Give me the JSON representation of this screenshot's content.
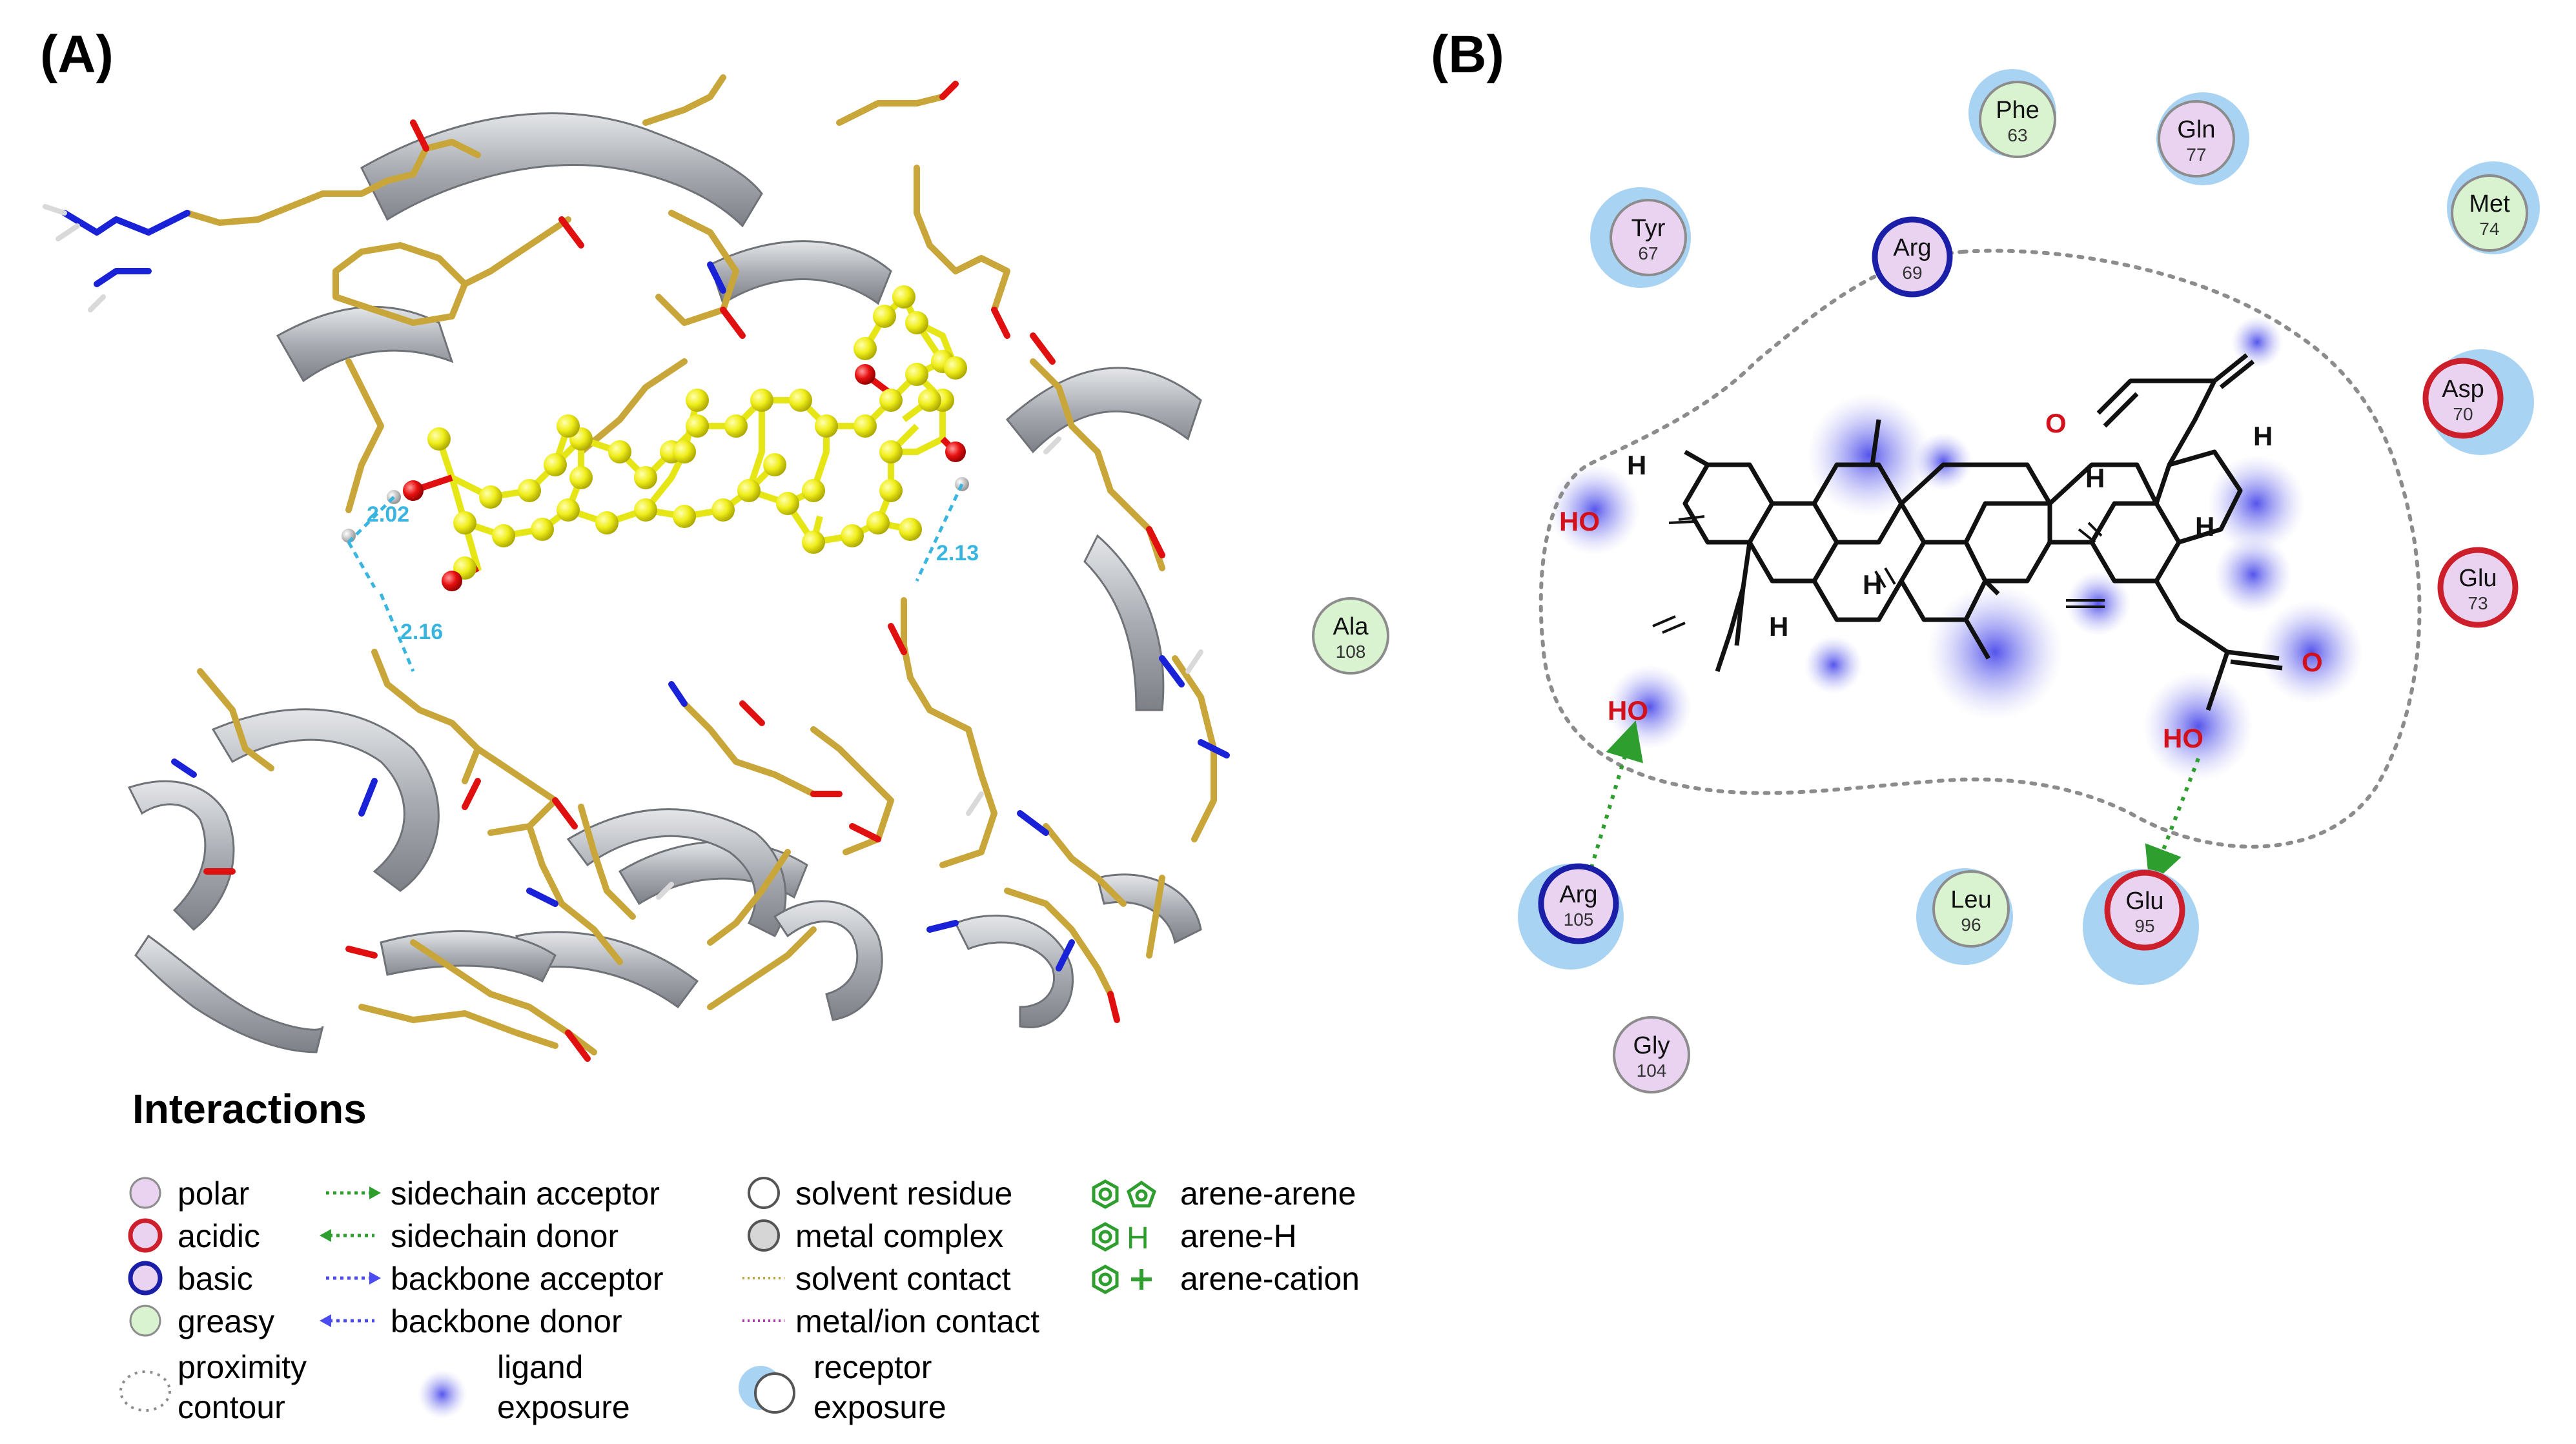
{
  "panel_a": {
    "label": "(A)",
    "distances": [
      "2.02",
      "2.16",
      "2.13"
    ]
  },
  "panel_b": {
    "label": "(B)",
    "residues": [
      {
        "id": "phe63",
        "name": "Phe",
        "num": "63",
        "type": "greasy"
      },
      {
        "id": "gln77",
        "name": "Gln",
        "num": "77",
        "type": "polar"
      },
      {
        "id": "tyr67",
        "name": "Tyr",
        "num": "67",
        "type": "polar"
      },
      {
        "id": "arg69",
        "name": "Arg",
        "num": "69",
        "type": "basic"
      },
      {
        "id": "met74",
        "name": "Met",
        "num": "74",
        "type": "greasy"
      },
      {
        "id": "asp70",
        "name": "Asp",
        "num": "70",
        "type": "acidic"
      },
      {
        "id": "glu73",
        "name": "Glu",
        "num": "73",
        "type": "acidic"
      },
      {
        "id": "ala108",
        "name": "Ala",
        "num": "108",
        "type": "greasy"
      },
      {
        "id": "arg105",
        "name": "Arg",
        "num": "105",
        "type": "basic"
      },
      {
        "id": "leu96",
        "name": "Leu",
        "num": "96",
        "type": "greasy"
      },
      {
        "id": "glu95",
        "name": "Glu",
        "num": "95",
        "type": "acidic"
      },
      {
        "id": "gly104",
        "name": "Gly",
        "num": "104",
        "type": "polar"
      }
    ],
    "atoms": {
      "o_aldehyde": "O",
      "o_acid": "O",
      "ho_left": "HO",
      "ho_ch2": "HO",
      "ho_acid": "HO",
      "h_c3": "H",
      "h_c5": "H",
      "h_c9": "H",
      "h_c13": "H",
      "h_c18": "H",
      "h_c19": "H"
    }
  },
  "legend": {
    "title": "Interactions",
    "col1": [
      "polar",
      "acidic",
      "basic",
      "greasy"
    ],
    "proximity": [
      "proximity",
      "contour"
    ],
    "col2": [
      "sidechain acceptor",
      "sidechain donor",
      "backbone acceptor",
      "backbone donor"
    ],
    "ligand_exposure": [
      "ligand",
      "exposure"
    ],
    "col3": [
      "solvent residue",
      "metal complex",
      "solvent contact",
      "metal/ion contact"
    ],
    "receptor_exposure": [
      "receptor",
      "exposure"
    ],
    "col4": [
      "arene-arene",
      "arene-H",
      "arene-cation"
    ]
  },
  "colors": {
    "polar": "#e9d3f0",
    "acidic_ring": "#cc1f2b",
    "basic_ring": "#1b1fa8",
    "greasy": "#d9f3d0",
    "hbond": "#2e9e2e",
    "carbon_yellow": "#e6e617",
    "stick_gold": "#c9a63a",
    "ribbon": "#b5b8bd",
    "distance": "#39b5e0"
  }
}
